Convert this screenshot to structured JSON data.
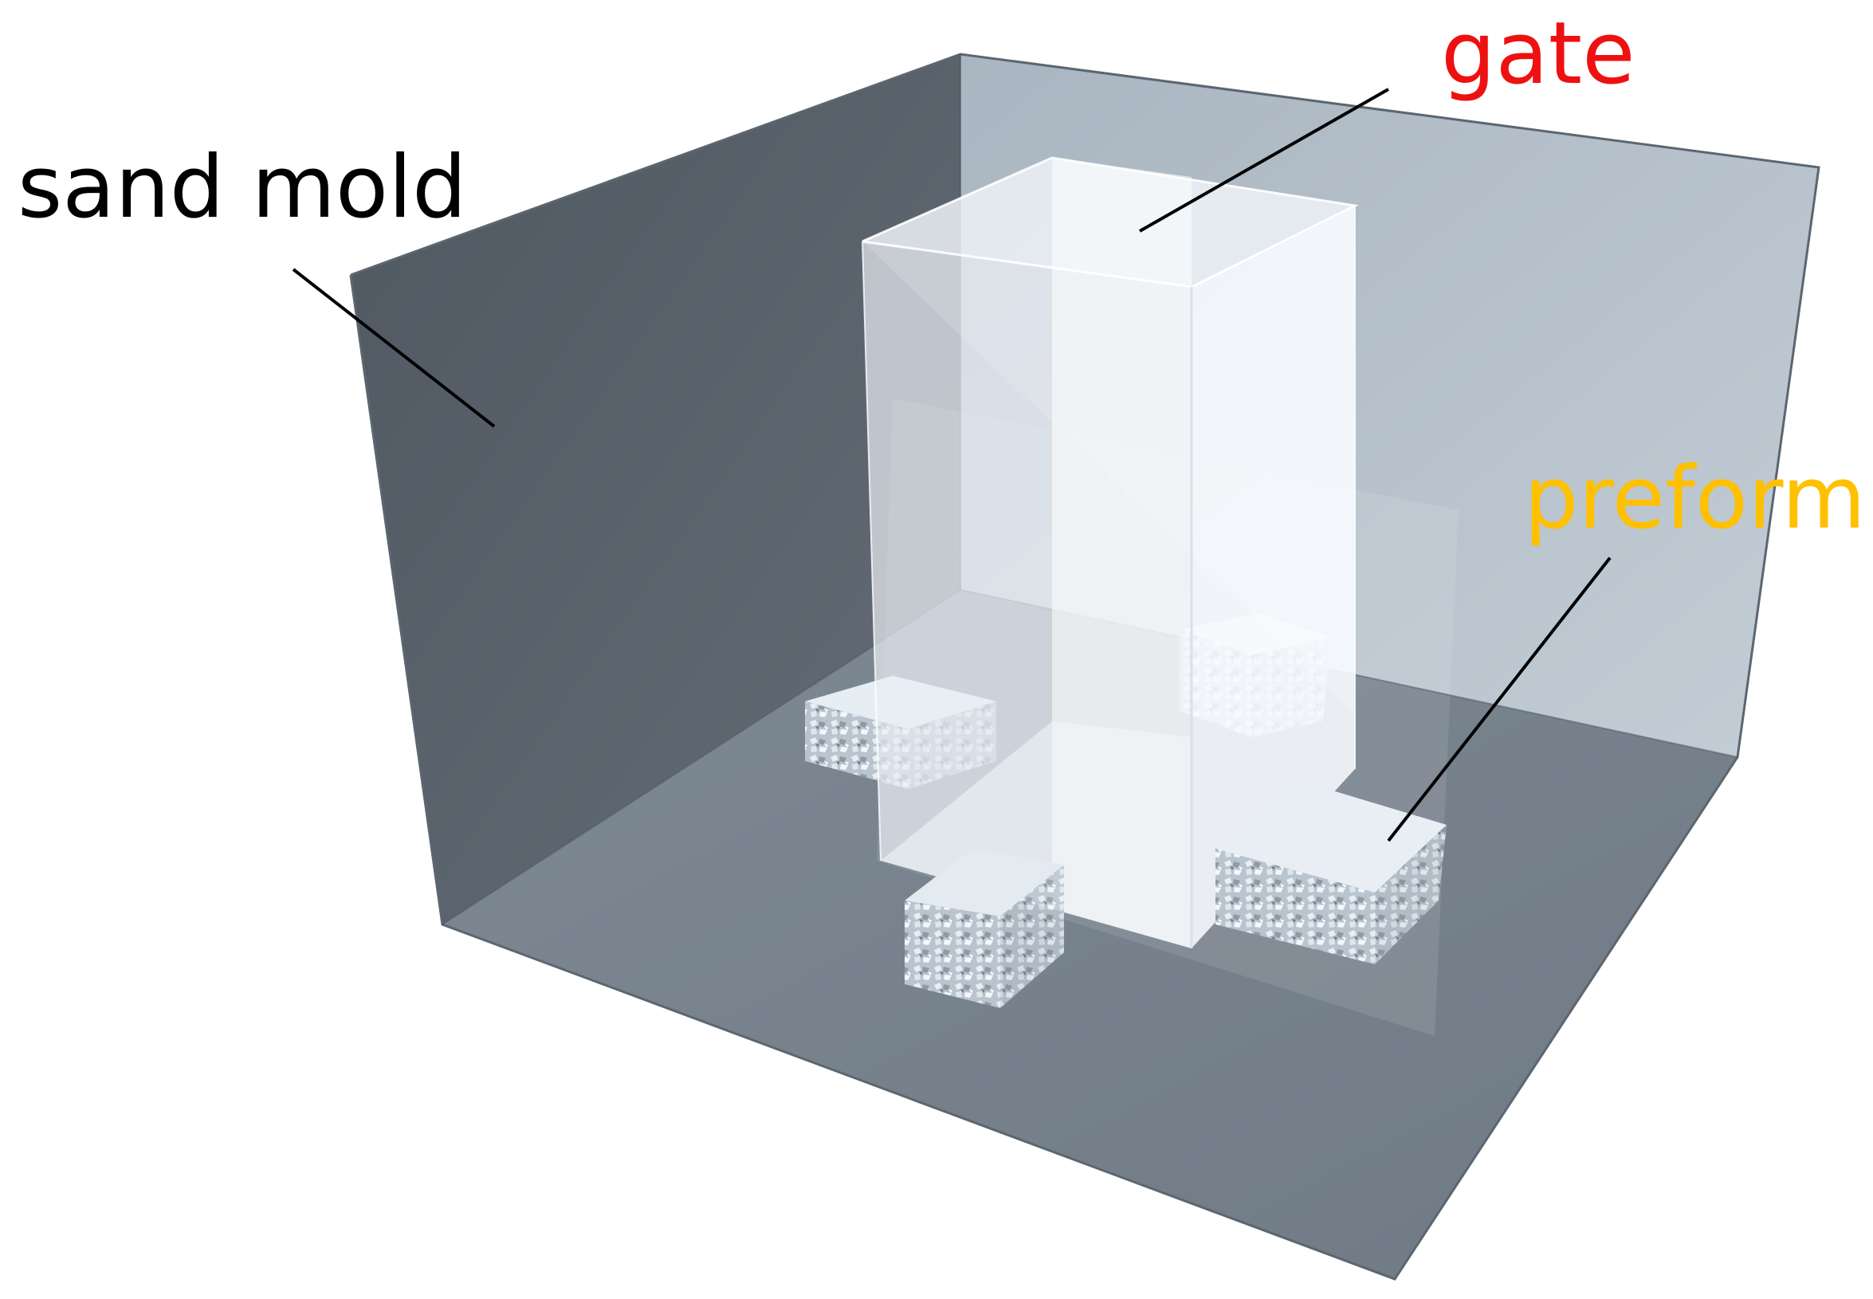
{
  "labels": {
    "sand_mold": "sand mold",
    "gate": "gate",
    "preform": "preform"
  },
  "colors": {
    "sand_mold_label": "#000000",
    "gate_label": "#ee1111",
    "preform_label": "#ffc000",
    "mold_left_wall": "#5b646e",
    "mold_back_wall": "#b7c2cc",
    "mold_floor": "#7a8590",
    "gate_block": "#f2f6fa",
    "preform_block": "#c8d2dc",
    "leader_line": "#000000"
  },
  "components": [
    "sand mold",
    "gate",
    "preform"
  ]
}
